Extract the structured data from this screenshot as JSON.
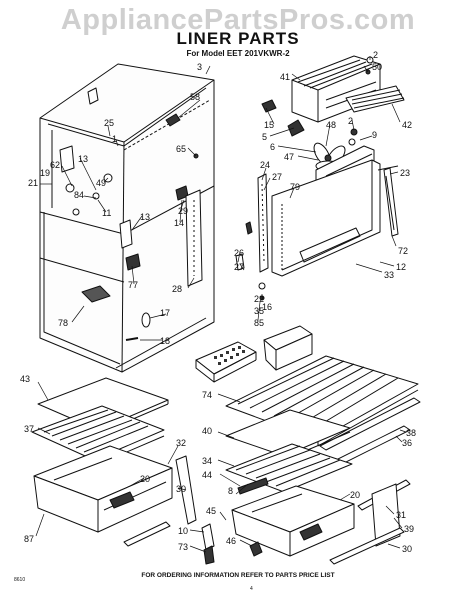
{
  "watermark": "AppliancePartsPros.com",
  "title": "LINER PARTS",
  "model_line": "For Model EET 201VKWR-2",
  "footer": "FOR ORDERING INFORMATION REFER TO PARTS PRICE LIST",
  "code": "8610",
  "page_number": "4",
  "callouts": [
    {
      "id": "c2",
      "text": "2"
    },
    {
      "id": "c50",
      "text": "50"
    },
    {
      "id": "c3",
      "text": "3"
    },
    {
      "id": "c41",
      "text": "41"
    },
    {
      "id": "c58",
      "text": "58"
    },
    {
      "id": "c15",
      "text": "15"
    },
    {
      "id": "c5",
      "text": "5"
    },
    {
      "id": "c48",
      "text": "48"
    },
    {
      "id": "c2b",
      "text": "2"
    },
    {
      "id": "c42",
      "text": "42"
    },
    {
      "id": "c25",
      "text": "25"
    },
    {
      "id": "c1",
      "text": "1"
    },
    {
      "id": "c65",
      "text": "65"
    },
    {
      "id": "c6",
      "text": "6"
    },
    {
      "id": "c9",
      "text": "9"
    },
    {
      "id": "c47",
      "text": "47"
    },
    {
      "id": "c62",
      "text": "62"
    },
    {
      "id": "c19",
      "text": "19"
    },
    {
      "id": "c13",
      "text": "13"
    },
    {
      "id": "c24",
      "text": "24"
    },
    {
      "id": "c23",
      "text": "23"
    },
    {
      "id": "c21",
      "text": "21"
    },
    {
      "id": "c84",
      "text": "84"
    },
    {
      "id": "c49",
      "text": "49"
    },
    {
      "id": "c27",
      "text": "27"
    },
    {
      "id": "c79",
      "text": "79"
    },
    {
      "id": "c11",
      "text": "11"
    },
    {
      "id": "c29",
      "text": "29"
    },
    {
      "id": "c13b",
      "text": "13"
    },
    {
      "id": "c14",
      "text": "14"
    },
    {
      "id": "c26",
      "text": "26"
    },
    {
      "id": "c72",
      "text": "72"
    },
    {
      "id": "c12",
      "text": "12"
    },
    {
      "id": "c27b",
      "text": "27"
    },
    {
      "id": "c77",
      "text": "77"
    },
    {
      "id": "c33",
      "text": "33"
    },
    {
      "id": "c28",
      "text": "28"
    },
    {
      "id": "c22",
      "text": "22"
    },
    {
      "id": "c35",
      "text": "35"
    },
    {
      "id": "c16",
      "text": "16"
    },
    {
      "id": "c85",
      "text": "85"
    },
    {
      "id": "c17",
      "text": "17"
    },
    {
      "id": "c78",
      "text": "78"
    },
    {
      "id": "c18",
      "text": "18"
    },
    {
      "id": "c43",
      "text": "43"
    },
    {
      "id": "c74",
      "text": "74"
    },
    {
      "id": "c37",
      "text": "37"
    },
    {
      "id": "c40",
      "text": "40"
    },
    {
      "id": "c38",
      "text": "38"
    },
    {
      "id": "c34",
      "text": "34"
    },
    {
      "id": "c36",
      "text": "36"
    },
    {
      "id": "c32",
      "text": "32"
    },
    {
      "id": "c44",
      "text": "44"
    },
    {
      "id": "c20",
      "text": "20"
    },
    {
      "id": "c30",
      "text": "30"
    },
    {
      "id": "c20b",
      "text": "20"
    },
    {
      "id": "c8",
      "text": "8"
    },
    {
      "id": "c31",
      "text": "31"
    },
    {
      "id": "c87",
      "text": "87"
    },
    {
      "id": "c10",
      "text": "10"
    },
    {
      "id": "c45",
      "text": "45"
    },
    {
      "id": "c39",
      "text": "39"
    },
    {
      "id": "c73",
      "text": "73"
    },
    {
      "id": "c46",
      "text": "46"
    },
    {
      "id": "c30b",
      "text": "30"
    }
  ]
}
